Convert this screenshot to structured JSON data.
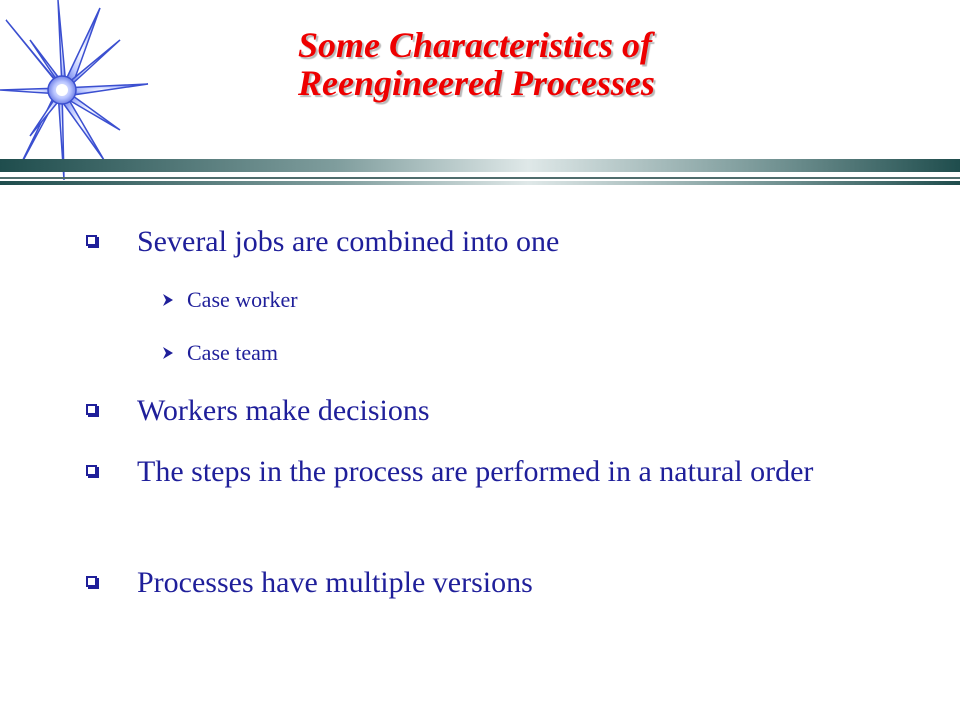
{
  "slide": {
    "title_line1": "Some Characteristics of",
    "title_line2": "Reengineered Processes",
    "bullets": [
      {
        "text": "Several jobs are combined into one"
      },
      {
        "text": "Case worker"
      },
      {
        "text": "Case team"
      },
      {
        "text": "Workers make decisions"
      },
      {
        "text": "The steps in the process are performed in a natural order"
      },
      {
        "text": "Processes have multiple versions"
      }
    ]
  },
  "colors": {
    "title": "#ee0000",
    "body_text": "#1f1f9a",
    "star_fill": "#aab8ff",
    "star_stroke": "#3b4fd0",
    "header_rule": "#1f4d4d"
  },
  "icons": {
    "logo": "star-burst-icon",
    "level1_bullet": "hollow-square-icon",
    "level2_bullet": "arrowhead-icon"
  }
}
